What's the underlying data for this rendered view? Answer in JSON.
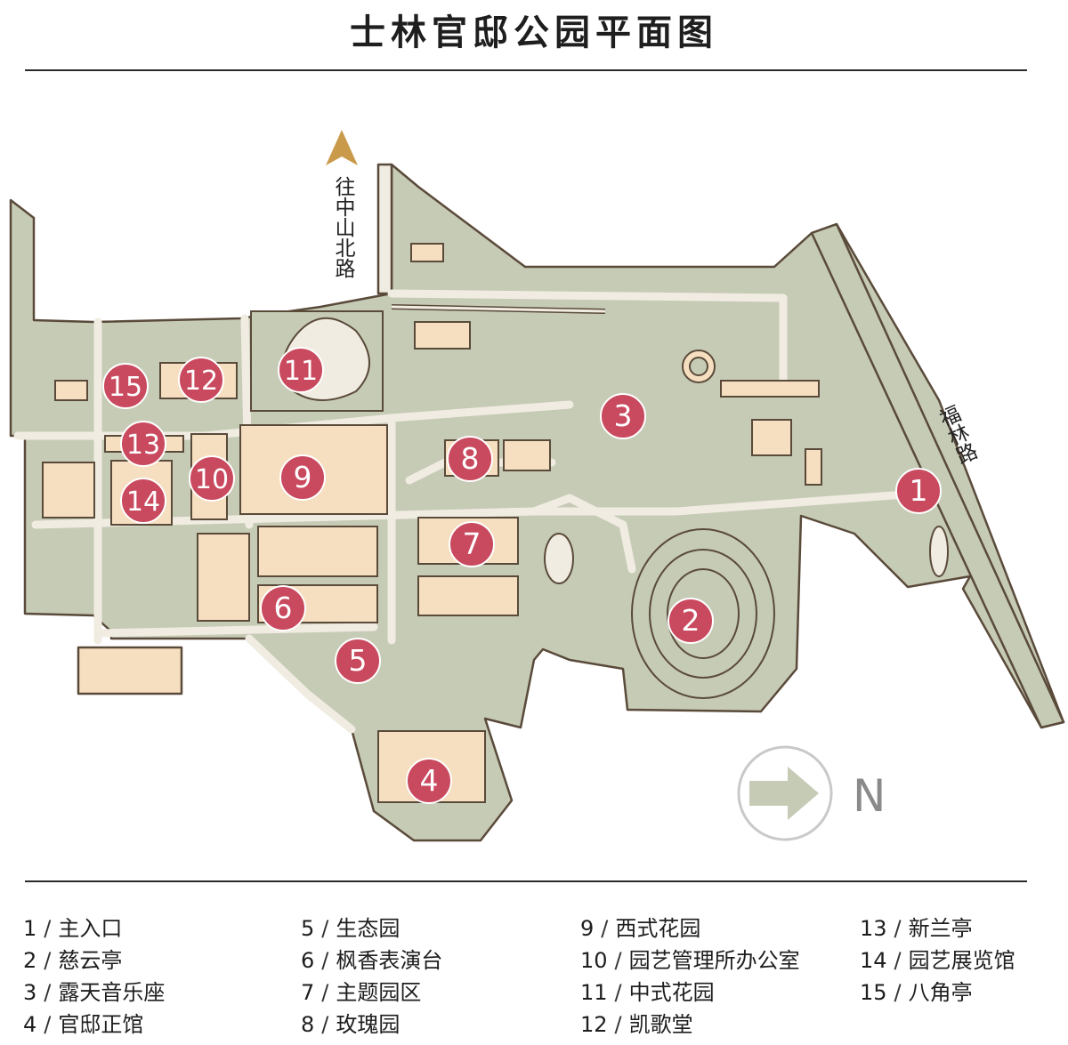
{
  "title": "士林官邸公园平面图",
  "road_north": "往中山北路",
  "road_east": "福林路",
  "compass_label": "N",
  "colors": {
    "ground": "#c6cbb6",
    "path": "#f1ece2",
    "outline": "#5a4a3a",
    "building": "#f6dfc0",
    "marker": "#c9495e",
    "arrow": "#c99a4a"
  },
  "markers": [
    "1",
    "2",
    "3",
    "4",
    "5",
    "6",
    "7",
    "8",
    "9",
    "10",
    "11",
    "12",
    "13",
    "14",
    "15"
  ],
  "legend": [
    {
      "num": "1",
      "label": "主入口"
    },
    {
      "num": "2",
      "label": "慈云亭"
    },
    {
      "num": "3",
      "label": "露天音乐座"
    },
    {
      "num": "4",
      "label": "官邸正馆"
    },
    {
      "num": "5",
      "label": "生态园"
    },
    {
      "num": "6",
      "label": "枫香表演台"
    },
    {
      "num": "7",
      "label": "主题园区"
    },
    {
      "num": "8",
      "label": "玫瑰园"
    },
    {
      "num": "9",
      "label": "西式花园"
    },
    {
      "num": "10",
      "label": "园艺管理所办公室"
    },
    {
      "num": "11",
      "label": "中式花园"
    },
    {
      "num": "12",
      "label": "凯歌堂"
    },
    {
      "num": "13",
      "label": "新兰亭"
    },
    {
      "num": "14",
      "label": "园艺展览馆"
    },
    {
      "num": "15",
      "label": "八角亭"
    }
  ]
}
